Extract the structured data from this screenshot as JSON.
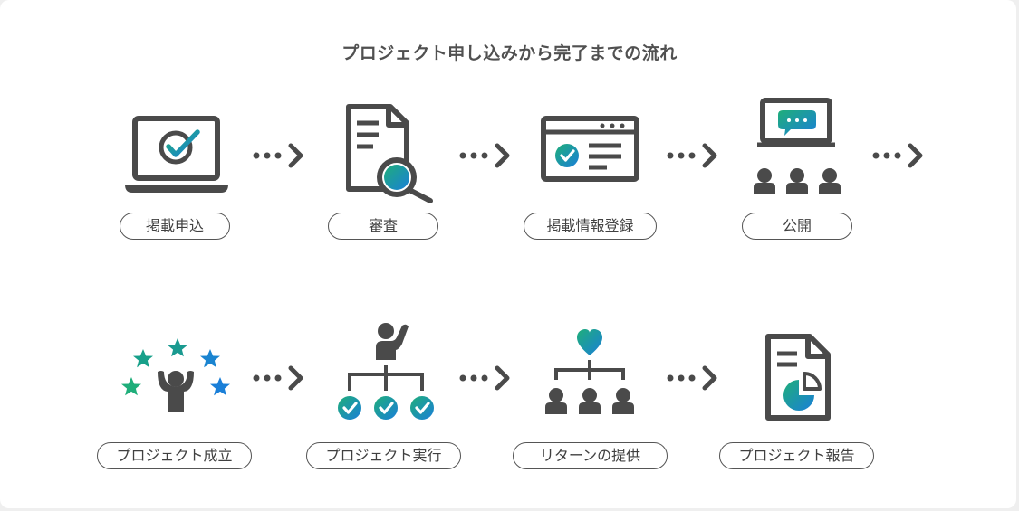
{
  "title": "プロジェクト申し込みから完了までの流れ",
  "steps": [
    {
      "label": "掲載申込",
      "icon": "laptop-check-icon"
    },
    {
      "label": "審査",
      "icon": "document-search-icon"
    },
    {
      "label": "掲載情報登録",
      "icon": "browser-form-icon"
    },
    {
      "label": "公開",
      "icon": "presentation-audience-icon"
    },
    {
      "label": "プロジェクト成立",
      "icon": "person-stars-icon"
    },
    {
      "label": "プロジェクト実行",
      "icon": "team-checklist-icon"
    },
    {
      "label": "リターンの提供",
      "icon": "heart-network-icon"
    },
    {
      "label": "プロジェクト報告",
      "icon": "report-chart-icon"
    }
  ],
  "colors": {
    "icon": "#4a4a4a",
    "gradient_start": "#1fae7a",
    "gradient_end": "#1a7fd8",
    "border": "#555555",
    "text": "#404040"
  }
}
